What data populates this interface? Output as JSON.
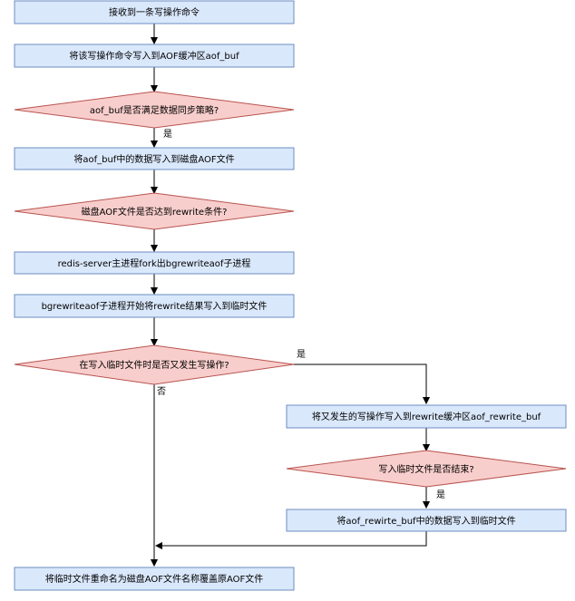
{
  "flowchart": {
    "nodes": {
      "receive_write": "接收到一条写操作命令",
      "write_aof_buf": "将该写操作命令写入到AOF缓冲区aof_buf",
      "sync_policy_check": "aof_buf是否满足数据同步策略?",
      "flush_to_disk": "将aof_buf中的数据写入到磁盘AOF文件",
      "rewrite_condition_check": "磁盘AOF文件是否达到rewrite条件?",
      "fork_child": "redis-server主进程fork出bgrewriteaof子进程",
      "child_write_temp": "bgrewriteaof子进程开始将rewrite结果写入到临时文件",
      "new_write_check": "在写入临时文件时是否又发生写操作?",
      "write_rewrite_buf": "将又发生的写操作写入到rewrite缓冲区aof_rewrite_buf",
      "temp_done_check": "写入临时文件是否结束?",
      "flush_rewrite_buf": "将aof_rewirte_buf中的数据写入到临时文件",
      "rename_temp": "将临时文件重命名为磁盘AOF文件名称覆盖原AOF文件"
    },
    "edge_labels": {
      "sync_yes": "是",
      "new_write_yes": "是",
      "new_write_no": "否",
      "temp_done_yes": "是"
    }
  }
}
